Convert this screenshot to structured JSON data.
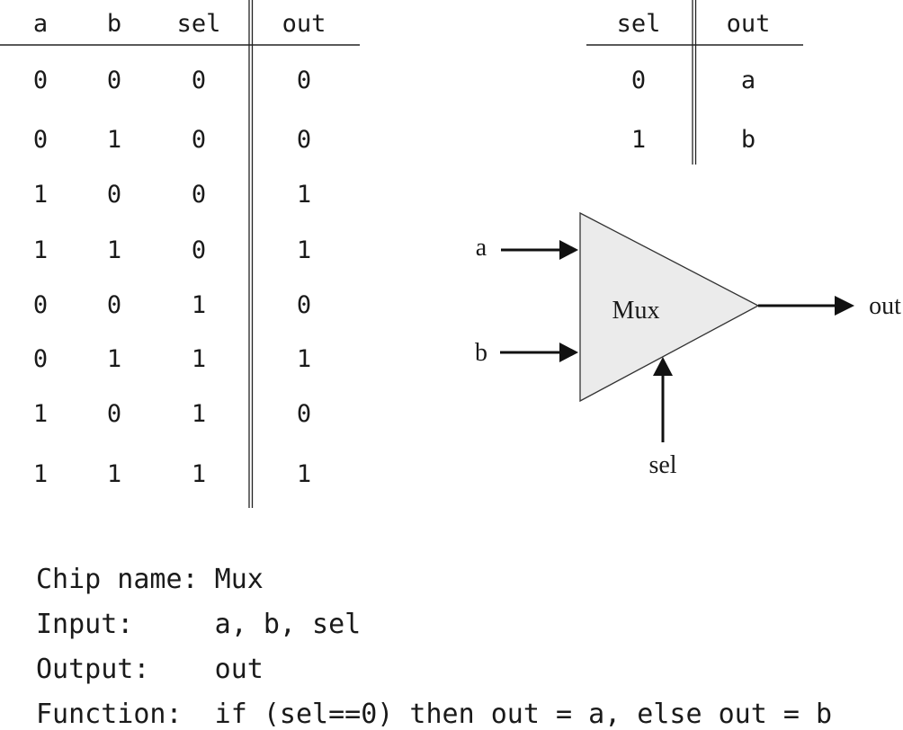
{
  "truth_table": {
    "headers": [
      "a",
      "b",
      "sel",
      "out"
    ],
    "rows": [
      [
        "0",
        "0",
        "0",
        "0"
      ],
      [
        "0",
        "1",
        "0",
        "0"
      ],
      [
        "1",
        "0",
        "0",
        "1"
      ],
      [
        "1",
        "1",
        "0",
        "1"
      ],
      [
        "0",
        "0",
        "1",
        "0"
      ],
      [
        "0",
        "1",
        "1",
        "1"
      ],
      [
        "1",
        "0",
        "1",
        "0"
      ],
      [
        "1",
        "1",
        "1",
        "1"
      ]
    ]
  },
  "select_table": {
    "headers": [
      "sel",
      "out"
    ],
    "rows": [
      [
        "0",
        "a"
      ],
      [
        "1",
        "b"
      ]
    ]
  },
  "diagram": {
    "chip_label": "Mux",
    "input_a": "a",
    "input_b": "b",
    "input_sel": "sel",
    "output": "out",
    "fill_color": "#ebebeb"
  },
  "spec": {
    "chip_name": "Chip name: Mux",
    "input": "Input:     a, b, sel",
    "output": "Output:    out",
    "function": "Function:  if (sel==0) then out = a, else out = b"
  }
}
